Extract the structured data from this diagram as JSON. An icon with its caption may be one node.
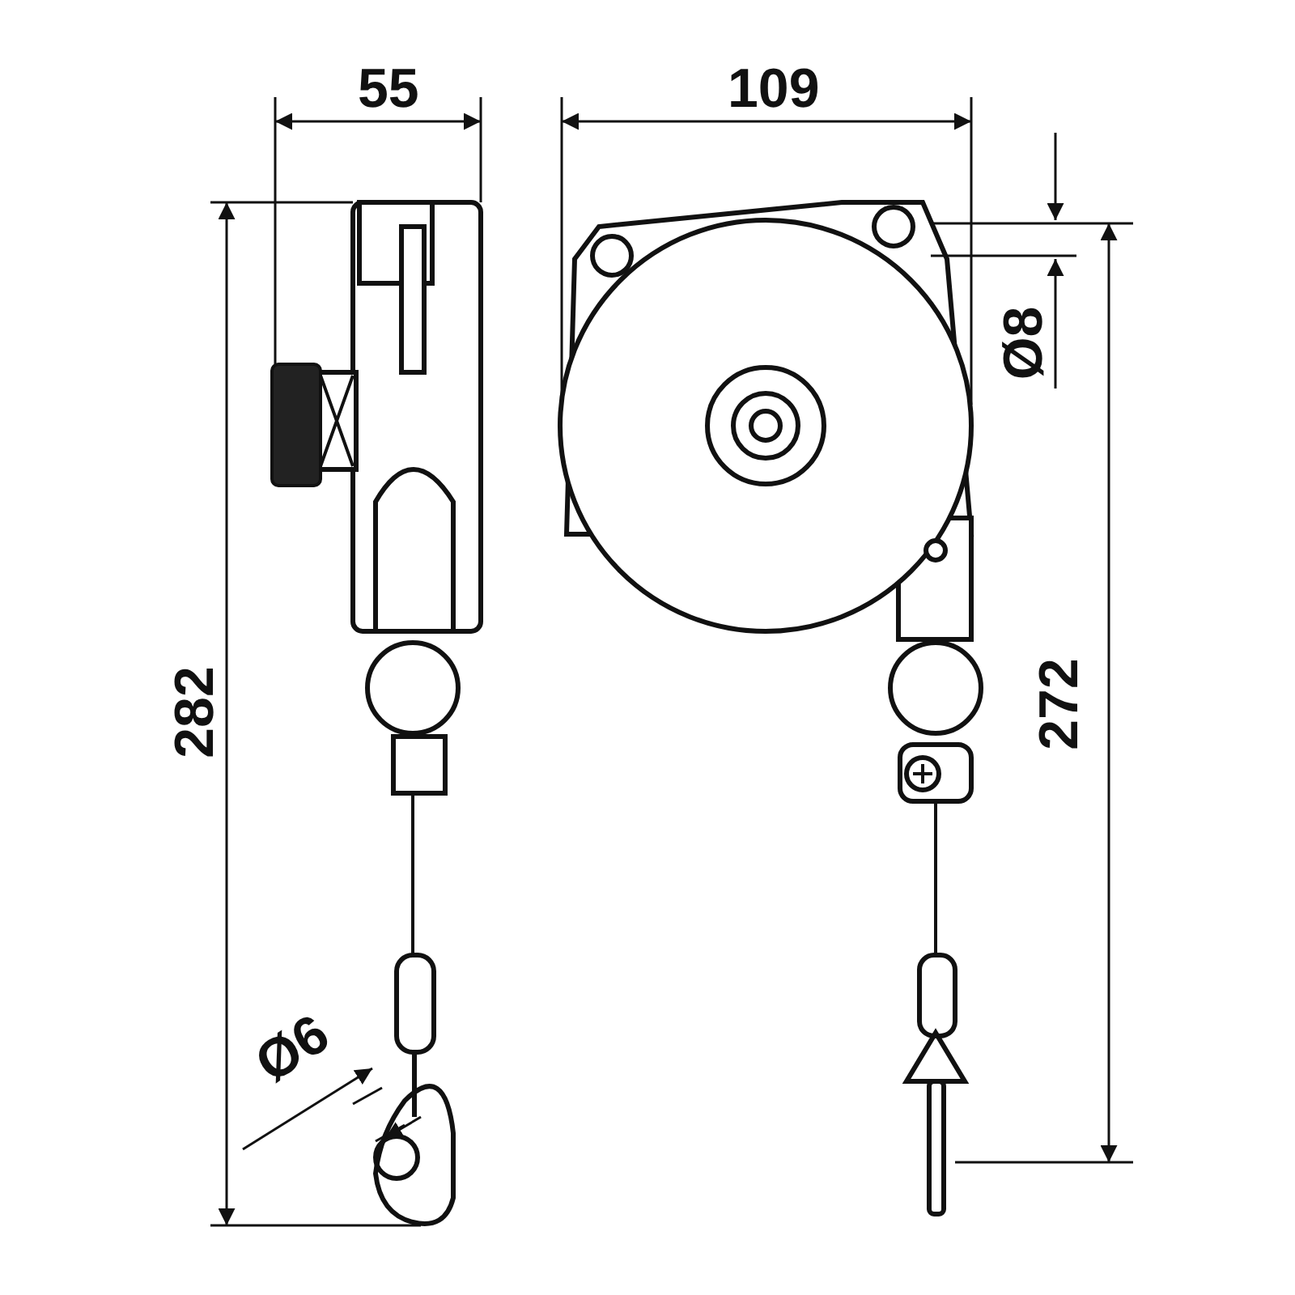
{
  "diagram": {
    "labels": [
      "55",
      "109",
      "282",
      "272",
      "Ø8",
      "Ø6"
    ]
  }
}
